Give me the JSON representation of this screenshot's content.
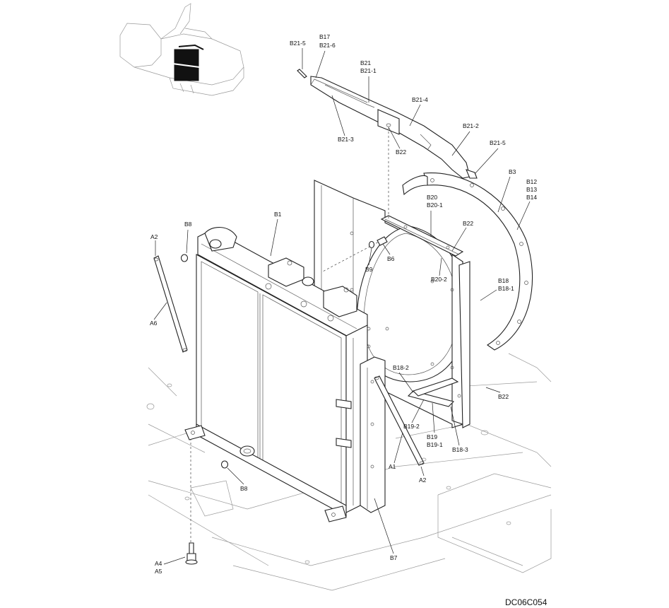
{
  "labels": {
    "b21_5_top": "B21-5",
    "b17": "B17",
    "b21_6": "B21-6",
    "b21": "B21",
    "b21_1": "B21-1",
    "b21_4": "B21-4",
    "b21_3": "B21-3",
    "b22_top": "B22",
    "b21_2": "B21-2",
    "b21_5_right": "B21-5",
    "b3": "B3",
    "b12": "B12",
    "b13": "B13",
    "b14": "B14",
    "b20": "B20",
    "b20_1": "B20-1",
    "b22_mid": "B22",
    "b20_2": "B20-2",
    "b18": "B18",
    "b18_1": "B18-1",
    "b1": "B1",
    "b8_top": "B8",
    "a2_left": "A2",
    "b9": "B9",
    "b6": "B6",
    "a6": "A6",
    "b18_2": "B18-2",
    "b22_bottom": "B22",
    "b19_2": "B19-2",
    "b19": "B19",
    "b19_1": "B19-1",
    "b18_3": "B18-3",
    "a1": "A1",
    "a2_right": "A2",
    "b8_bottom": "B8",
    "b7": "B7",
    "a4": "A4",
    "a5": "A5"
  },
  "drawing_code": "DC06C054"
}
